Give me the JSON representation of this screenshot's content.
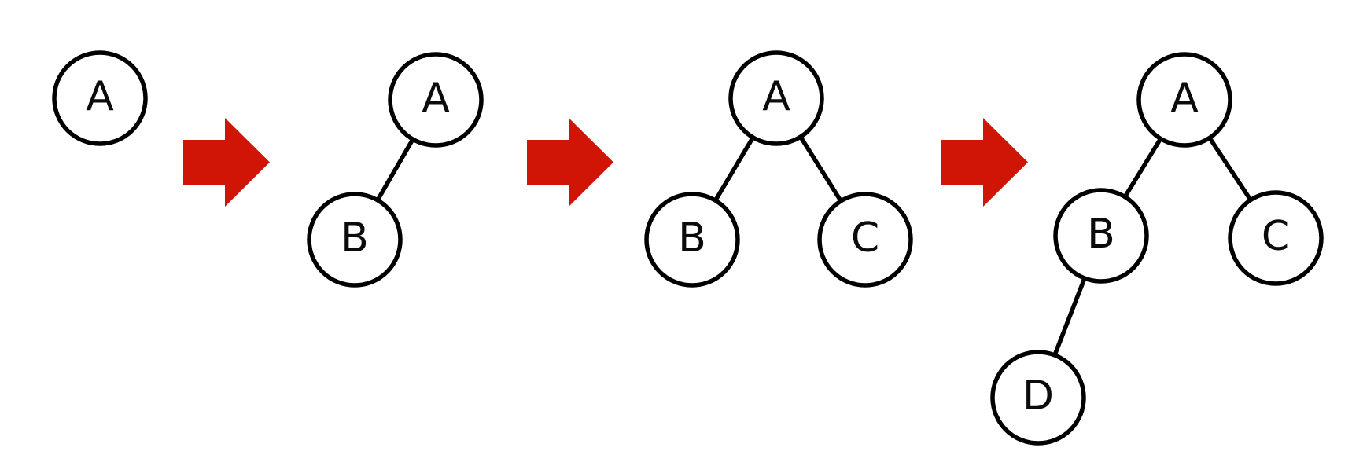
{
  "colors": {
    "background": "#ffffff",
    "arrow": "#d01405",
    "node_stroke": "#000000",
    "node_fill": "#ffffff",
    "label": "#0b0b0b"
  },
  "diagram": {
    "description": "Binary tree growth shown in four stages separated by red arrows",
    "stages": [
      {
        "nodes": [
          {
            "label": "A"
          }
        ],
        "edges": []
      },
      {
        "nodes": [
          {
            "label": "A"
          },
          {
            "label": "B"
          }
        ],
        "edges": [
          "A-B"
        ]
      },
      {
        "nodes": [
          {
            "label": "A"
          },
          {
            "label": "B"
          },
          {
            "label": "C"
          }
        ],
        "edges": [
          "A-B",
          "A-C"
        ]
      },
      {
        "nodes": [
          {
            "label": "A"
          },
          {
            "label": "B"
          },
          {
            "label": "C"
          },
          {
            "label": "D"
          }
        ],
        "edges": [
          "A-B",
          "A-C",
          "B-D"
        ]
      }
    ],
    "arrows": [
      {
        "glyph": "right-block-arrow"
      },
      {
        "glyph": "right-block-arrow"
      },
      {
        "glyph": "right-block-arrow"
      }
    ]
  }
}
